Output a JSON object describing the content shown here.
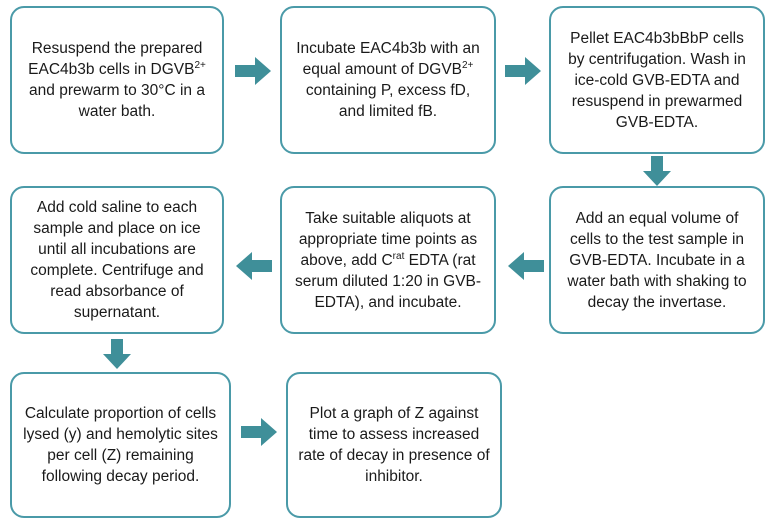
{
  "colors": {
    "box_border": "#4a9aa8",
    "arrow_fill": "#3f8f99"
  },
  "steps": [
    {
      "pre": "Resuspend the prepared EAC4b3b cells in DGVB",
      "sup": "2+",
      "post": " and prewarm to 30°C in a water bath."
    },
    {
      "pre": "Incubate EAC4b3b with an equal amount of DGVB",
      "sup": "2+",
      "post": " containing P, excess fD, and limited fB."
    },
    {
      "pre": "Pellet EAC4b3bBbP cells by centrifugation. Wash in ice-cold GVB-EDTA and resuspend in prewarmed GVB-EDTA.",
      "sup": "",
      "post": ""
    },
    {
      "pre": "Add an equal volume of cells to the test sample in GVB-EDTA. Incubate in a water bath with shaking to decay the invertase.",
      "sup": "",
      "post": ""
    },
    {
      "pre": "Take suitable aliquots at appropriate time points as above, add C",
      "sup": "rat",
      "post": " EDTA (rat serum diluted 1:20 in GVB-EDTA), and incubate."
    },
    {
      "pre": "Add cold saline to each sample and place on ice until all incubations are complete. Centrifuge and read absorbance of supernatant.",
      "sup": "",
      "post": ""
    },
    {
      "pre": "Calculate proportion of cells lysed (y) and hemolytic sites per cell (Z) remaining following decay period.",
      "sup": "",
      "post": ""
    },
    {
      "pre": "Plot a graph of Z against time to assess increased rate of decay in presence of inhibitor.",
      "sup": "",
      "post": ""
    }
  ],
  "arrows": [
    {
      "from": 1,
      "to": 2,
      "direction": "right"
    },
    {
      "from": 2,
      "to": 3,
      "direction": "right"
    },
    {
      "from": 3,
      "to": 4,
      "direction": "down"
    },
    {
      "from": 4,
      "to": 5,
      "direction": "left"
    },
    {
      "from": 5,
      "to": 6,
      "direction": "left"
    },
    {
      "from": 6,
      "to": 7,
      "direction": "down"
    },
    {
      "from": 7,
      "to": 8,
      "direction": "right"
    }
  ]
}
